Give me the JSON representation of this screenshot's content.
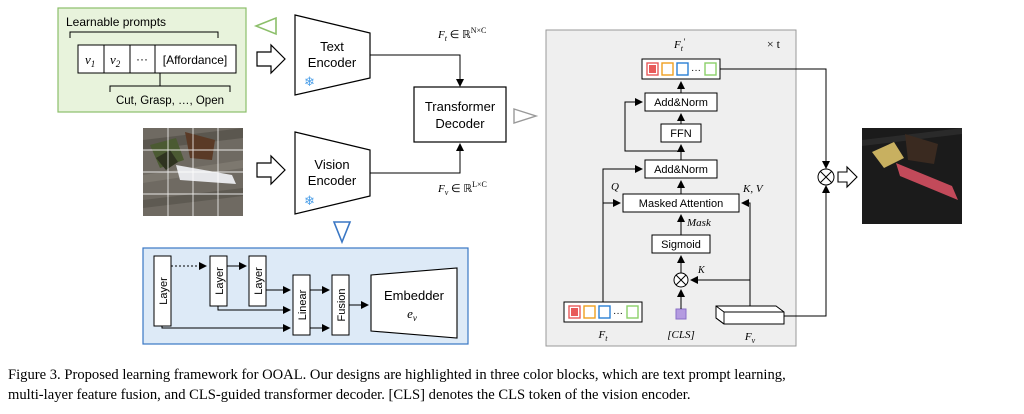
{
  "prompt_block": {
    "title": "Learnable prompts",
    "tokens": [
      "v1",
      "v2",
      "···",
      "[Affordance]"
    ],
    "classes": "Cut, Grasp, …, Open"
  },
  "text_encoder": {
    "line1": "Text",
    "line2": "Encoder"
  },
  "vision_encoder": {
    "line1": "Vision",
    "line2": "Encoder"
  },
  "decoder": {
    "line1": "Transformer",
    "line2": "Decoder"
  },
  "feat_text": {
    "symbol": "F",
    "sub": "t",
    "rest": " ∈ ℝ",
    "sup": "N×C"
  },
  "feat_vision": {
    "symbol": "F",
    "sub": "v",
    "rest": " ∈ ℝ",
    "sup": "L×C"
  },
  "fusion_block": {
    "layer1": "Layer",
    "layer2": "Layer",
    "layer3": "Layer",
    "linear": "Linear",
    "fusion": "Fusion",
    "embedder": "Embedder",
    "embedder_symbol": "e",
    "embedder_sub": "v"
  },
  "detail": {
    "repeat": "× t",
    "out_label": "F",
    "out_label_sub": "t",
    "out_label_prime": "′",
    "add_norm_top": "Add&Norm",
    "ffn": "FFN",
    "add_norm_mid": "Add&Norm",
    "masked_attention": "Masked Attention",
    "q_label": "Q",
    "kv_label": "K, V",
    "mask_label": "Mask",
    "sigmoid": "Sigmoid",
    "k_label": "K",
    "ft_label": "F",
    "ft_sub": "t",
    "cls_label": "[CLS]",
    "fv_label": "F",
    "fv_sub": "v"
  },
  "colors": {
    "prompt_bg": "#e8f3dc",
    "prompt_border": "#8cbf6a",
    "fusion_bg": "#ddeaf7",
    "fusion_border": "#3a77c4",
    "detail_bg": "#efefef",
    "token_red": "#e85a5a",
    "token_orange": "#f0a020",
    "token_blue": "#2a7fd4",
    "token_green": "#8cd06a",
    "cls": "#b49be0",
    "snow": "#4a9ee8"
  },
  "caption": {
    "line1": "Figure 3.  Proposed learning framework for OOAL. Our designs are highlighted in three color blocks, which are text prompt learning,",
    "line2": "multi-layer feature fusion, and CLS-guided transformer decoder. [CLS] denotes the CLS token of the vision encoder."
  }
}
